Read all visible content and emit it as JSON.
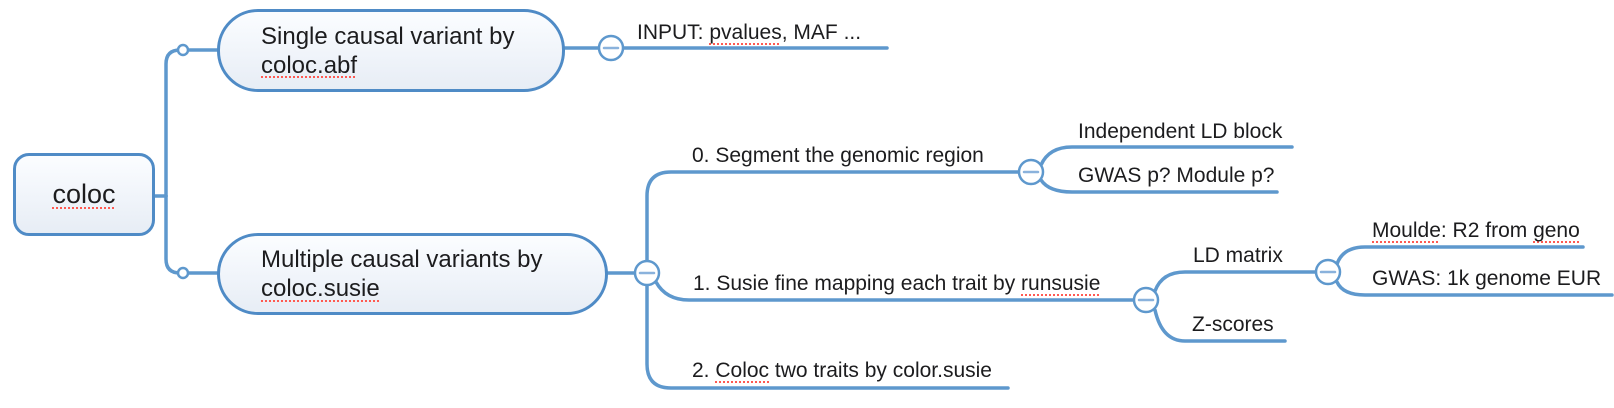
{
  "app": {
    "type": "mind-map"
  },
  "colors": {
    "line": "#5e98cd",
    "node_border": "#4f8bc6",
    "node_fill_top": "#fbfdff",
    "node_fill_bottom": "#e7edf5",
    "text": "#1c1c1e",
    "spellcheck_underline": "#ff5a52",
    "background": "#ffffff"
  },
  "icons": {
    "collapse": "minus-in-circle",
    "branch_point": "small-circle"
  },
  "nodes": {
    "root": {
      "label": "coloc"
    },
    "abf": {
      "line1": "Single causal variant by",
      "line2": "coloc.abf"
    },
    "susie": {
      "line1": "Multiple causal variants by",
      "line2": "coloc.susie"
    },
    "input_note": {
      "prefix": "INPUT: ",
      "misspelled": "pvalues",
      "suffix": ", MAF ..."
    },
    "segment": {
      "label": "0. Segment the genomic region"
    },
    "ld_block": {
      "label": "Independent LD block"
    },
    "gwas_p": {
      "label": "GWAS p? Module p?"
    },
    "fine_mapping": {
      "prefix": "1. Susie fine mapping each trait by ",
      "misspelled": "runsusie"
    },
    "ld_matrix": {
      "label": "LD matrix"
    },
    "z_scores": {
      "label": "Z-scores"
    },
    "moulde": {
      "misspelled1": "Moulde",
      "mid": ": R2 from ",
      "misspelled2": "geno"
    },
    "gwas_1k": {
      "label": "GWAS: 1k genome EUR"
    },
    "coloc_two": {
      "prefix": "2. ",
      "misspelled": "Coloc",
      "suffix": " two traits by color.susie"
    }
  }
}
